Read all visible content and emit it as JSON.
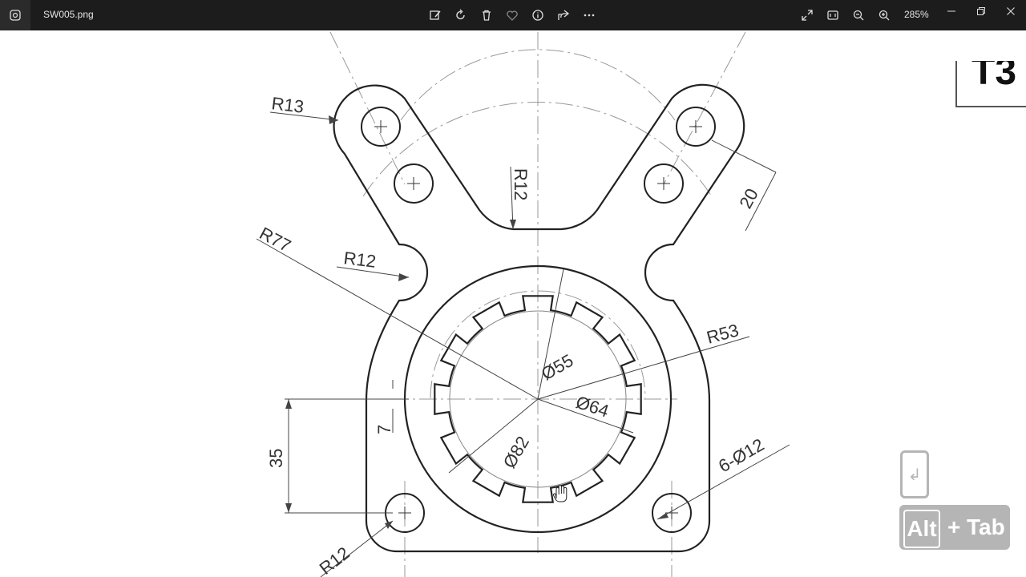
{
  "titlebar": {
    "filename": "SW005.png",
    "zoom_level": "285%",
    "tools": [
      "edit-icon",
      "rotate-icon",
      "delete-icon",
      "favorite-icon",
      "info-icon",
      "share-icon",
      "more-icon"
    ],
    "view_tools": [
      "fullscreen-icon",
      "fit-icon",
      "zoom-out-icon",
      "zoom-in-icon"
    ],
    "window_controls": [
      "minimize-icon",
      "restore-icon",
      "close-icon"
    ]
  },
  "drawing": {
    "dims": {
      "r13": "R13",
      "r12_top": "R12",
      "d20": "20",
      "r77": "R77",
      "r12_left": "R12",
      "r53": "R53",
      "phi55": "Ø55",
      "phi64": "Ø64",
      "d7": "7",
      "d35": "35",
      "phi82": "Ø82",
      "holes": "6-Ø12",
      "r12_bottom": "R12"
    },
    "title_block_text": "T3"
  },
  "overlay": {
    "enter_glyph": "↲",
    "alt_label": "Alt",
    "plus_label": "+",
    "tab_label": "Tab"
  }
}
